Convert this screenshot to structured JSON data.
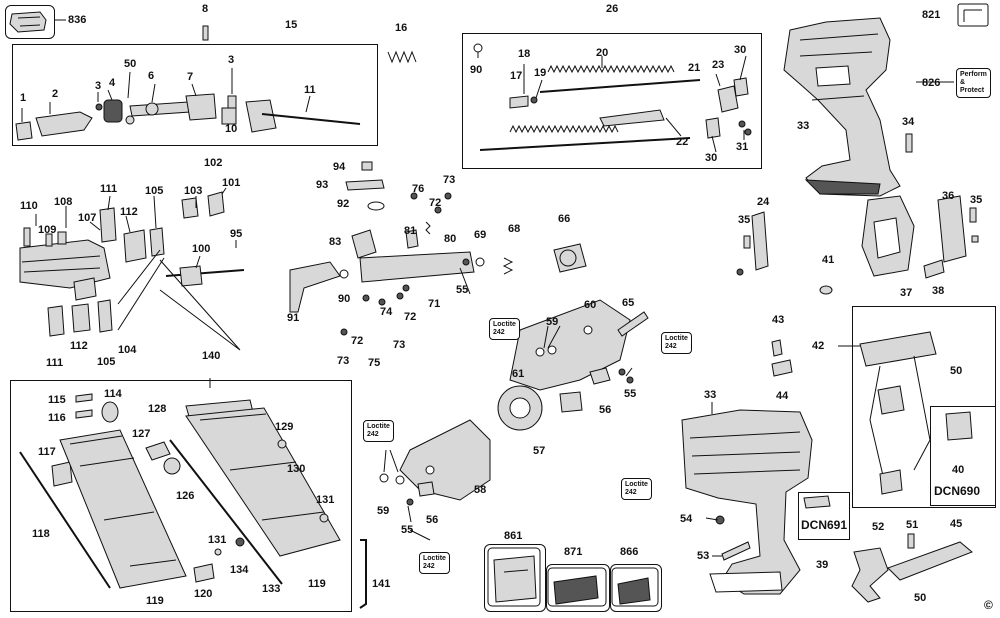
{
  "labels": {
    "p836": "836",
    "p8": "8",
    "p15": "15",
    "p16": "16",
    "p26": "26",
    "p821": "821",
    "p826": "826",
    "p90a": "90",
    "p18": "18",
    "p20": "20",
    "p17": "17",
    "p19": "19",
    "p21": "21",
    "p23": "23",
    "p30a": "30",
    "p22": "22",
    "p30b": "30",
    "p31": "31",
    "p1": "1",
    "p2": "2",
    "p3a": "3",
    "p4": "4",
    "p50a": "50",
    "p6": "6",
    "p3b": "3",
    "p7": "7",
    "p10": "10",
    "p11": "11",
    "p33a": "33",
    "p34": "34",
    "p94": "94",
    "p93": "93",
    "p92": "92",
    "p76": "76",
    "p73a": "73",
    "p72a": "72",
    "p81": "81",
    "p80": "80",
    "p83": "83",
    "p69": "69",
    "p68": "68",
    "p66": "66",
    "p102": "102",
    "p101": "101",
    "p103": "103",
    "p110": "110",
    "p108": "108",
    "p111a": "111",
    "p105a": "105",
    "p109": "109",
    "p107": "107",
    "p112a": "112",
    "p95": "95",
    "p100": "100",
    "p91": "91",
    "p90b": "90",
    "p74": "74",
    "p72b": "72",
    "p71": "71",
    "p55a": "55",
    "p72c": "72",
    "p73b": "73",
    "p73c": "73",
    "p75": "75",
    "p111b": "111",
    "p112b": "112",
    "p105b": "105",
    "p104": "104",
    "p60": "60",
    "p65": "65",
    "p59a": "59",
    "p61": "61",
    "p56a": "56",
    "p55b": "55",
    "p57": "57",
    "p58": "58",
    "p59b": "59",
    "p55c": "55",
    "p56b": "56",
    "p35a": "35",
    "p24": "24",
    "p36": "36",
    "p35b": "35",
    "p41": "41",
    "p37": "37",
    "p38": "38",
    "p43": "43",
    "p44": "44",
    "p42": "42",
    "p50b": "50",
    "p40": "40",
    "p33b": "33",
    "p54": "54",
    "p53": "53",
    "p39": "39",
    "p52": "52",
    "p51": "51",
    "p45": "45",
    "p50c": "50",
    "p140": "140",
    "p115": "115",
    "p114": "114",
    "p116": "116",
    "p128": "128",
    "p127": "127",
    "p117": "117",
    "p129": "129",
    "p130": "130",
    "p126": "126",
    "p118": "118",
    "p131a": "131",
    "p131b": "131",
    "p134": "134",
    "p133": "133",
    "p119a": "119",
    "p120": "120",
    "p119b": "119",
    "p141": "141",
    "p861": "861",
    "p871": "871",
    "p866": "866"
  },
  "notes": {
    "loctite_line1": "Loctite",
    "loctite_line2": "242",
    "perform_line1": "Perform",
    "perform_line2": "&",
    "perform_line3": "Protect"
  },
  "models": {
    "dcn690": "DCN690",
    "dcn691": "DCN691"
  },
  "copyright": "©"
}
